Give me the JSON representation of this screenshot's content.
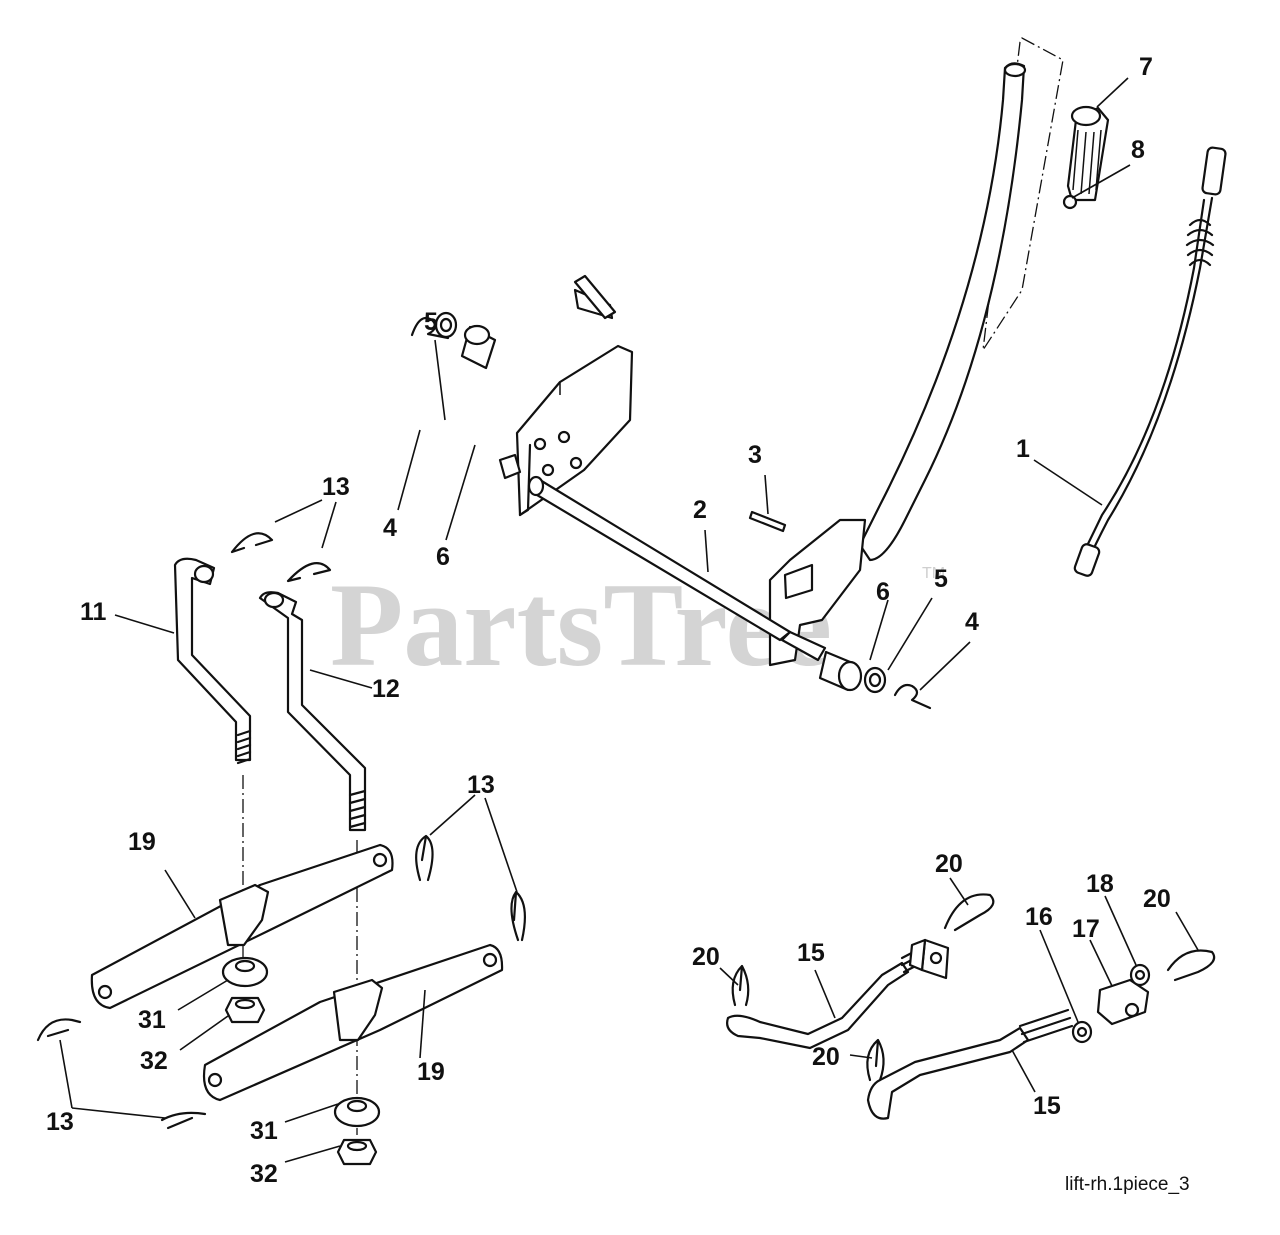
{
  "watermark": {
    "text": "PartsTree",
    "trademark": "TM"
  },
  "drawing_id": "lift-rh.1piece_3",
  "callouts": {
    "c1": "1",
    "c2": "2",
    "c3": "3",
    "c4a": "4",
    "c4b": "4",
    "c5a": "5",
    "c5b": "5",
    "c6a": "6",
    "c6b": "6",
    "c7": "7",
    "c8": "8",
    "c11": "11",
    "c12": "12",
    "c13a": "13",
    "c13b": "13",
    "c13c": "13",
    "c15a": "15",
    "c15b": "15",
    "c16": "16",
    "c17": "17",
    "c18": "18",
    "c19a": "19",
    "c19b": "19",
    "c20a": "20",
    "c20b": "20",
    "c20c": "20",
    "c20d": "20",
    "c31a": "31",
    "c31b": "31",
    "c32a": "32",
    "c32b": "32"
  }
}
